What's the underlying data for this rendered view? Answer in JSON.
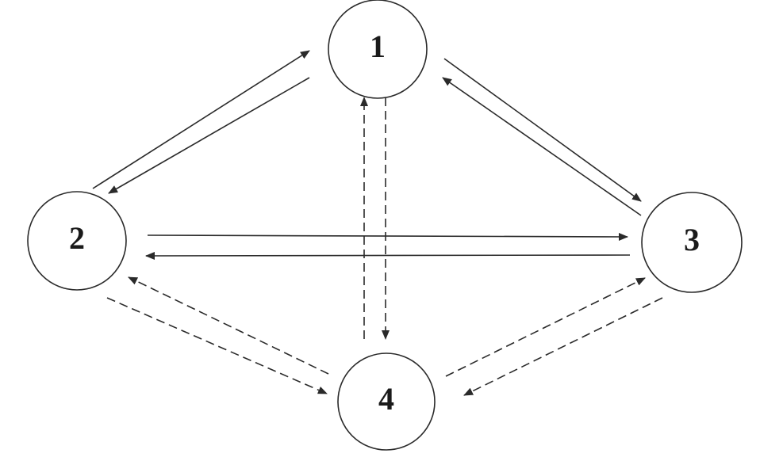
{
  "diagram": {
    "nodes": [
      {
        "id": "1",
        "label": "1"
      },
      {
        "id": "2",
        "label": "2"
      },
      {
        "id": "3",
        "label": "3"
      },
      {
        "id": "4",
        "label": "4"
      }
    ],
    "edges": [
      {
        "from": "2",
        "to": "1",
        "style": "solid"
      },
      {
        "from": "1",
        "to": "2",
        "style": "solid"
      },
      {
        "from": "1",
        "to": "3",
        "style": "solid"
      },
      {
        "from": "3",
        "to": "1",
        "style": "solid"
      },
      {
        "from": "2",
        "to": "3",
        "style": "solid"
      },
      {
        "from": "3",
        "to": "2",
        "style": "solid"
      },
      {
        "from": "4",
        "to": "1",
        "style": "dashed"
      },
      {
        "from": "1",
        "to": "4",
        "style": "dashed"
      },
      {
        "from": "2",
        "to": "4",
        "style": "dashed"
      },
      {
        "from": "4",
        "to": "2",
        "style": "dashed"
      },
      {
        "from": "4",
        "to": "3",
        "style": "dashed"
      },
      {
        "from": "3",
        "to": "4",
        "style": "dashed"
      }
    ],
    "colors": {
      "line": "#2a2a2a",
      "background": "#ffffff"
    }
  }
}
